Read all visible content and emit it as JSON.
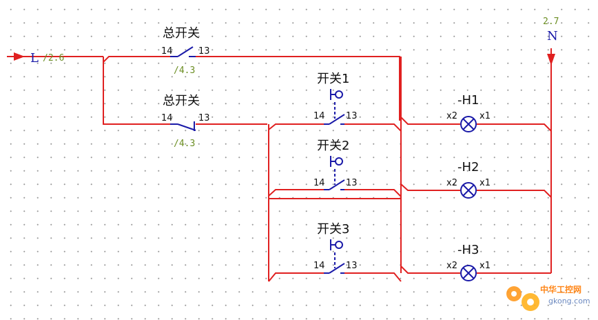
{
  "supply": {
    "line_label": "L",
    "line_ref": "/2.6",
    "neutral_ref": "2.7",
    "neutral_label": "N"
  },
  "main_switches": [
    {
      "name": "总开关",
      "pin_left": "14",
      "pin_right": "13",
      "ref": "/4.3"
    },
    {
      "name": "总开关",
      "pin_left": "14",
      "pin_right": "13",
      "ref": "/4.3"
    }
  ],
  "push_switches": [
    {
      "name": "开关1",
      "pin_left": "14",
      "pin_right": "13"
    },
    {
      "name": "开关2",
      "pin_left": "14",
      "pin_right": "13"
    },
    {
      "name": "开关3",
      "pin_left": "14",
      "pin_right": "13"
    }
  ],
  "lamps": [
    {
      "tag": "-H1",
      "pin_left": "x2",
      "pin_right": "x1"
    },
    {
      "tag": "-H2",
      "pin_left": "x2",
      "pin_right": "x1"
    },
    {
      "tag": "-H3",
      "pin_left": "x2",
      "pin_right": "x1"
    }
  ],
  "watermark": {
    "brand": "中华工控网",
    "domain": "gkong.com",
    "brand_color": "#ff7a00"
  },
  "colors": {
    "wire": "#e02020",
    "symbol": "#1a1aa8",
    "reference": "#6b8e23"
  }
}
